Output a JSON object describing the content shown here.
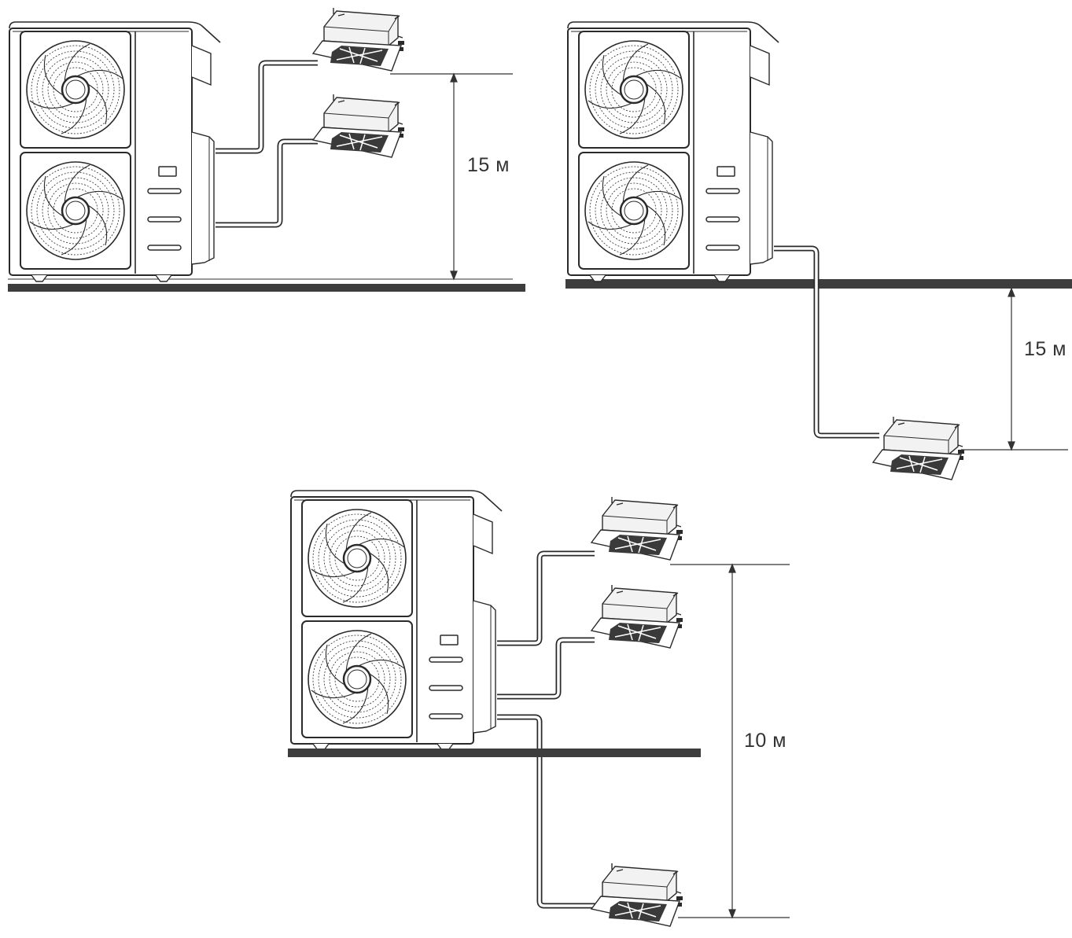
{
  "diagrams": [
    {
      "id": "diagram-1",
      "height_label": "15 м"
    },
    {
      "id": "diagram-2",
      "height_label": "15 м"
    },
    {
      "id": "diagram-3",
      "height_label": "10 м"
    }
  ],
  "colors": {
    "line": "#2a2a2a",
    "floor": "#3d3d3d",
    "dimension": "#333333",
    "grille": "#3a3a3a",
    "panel": "#f2f2f2"
  }
}
